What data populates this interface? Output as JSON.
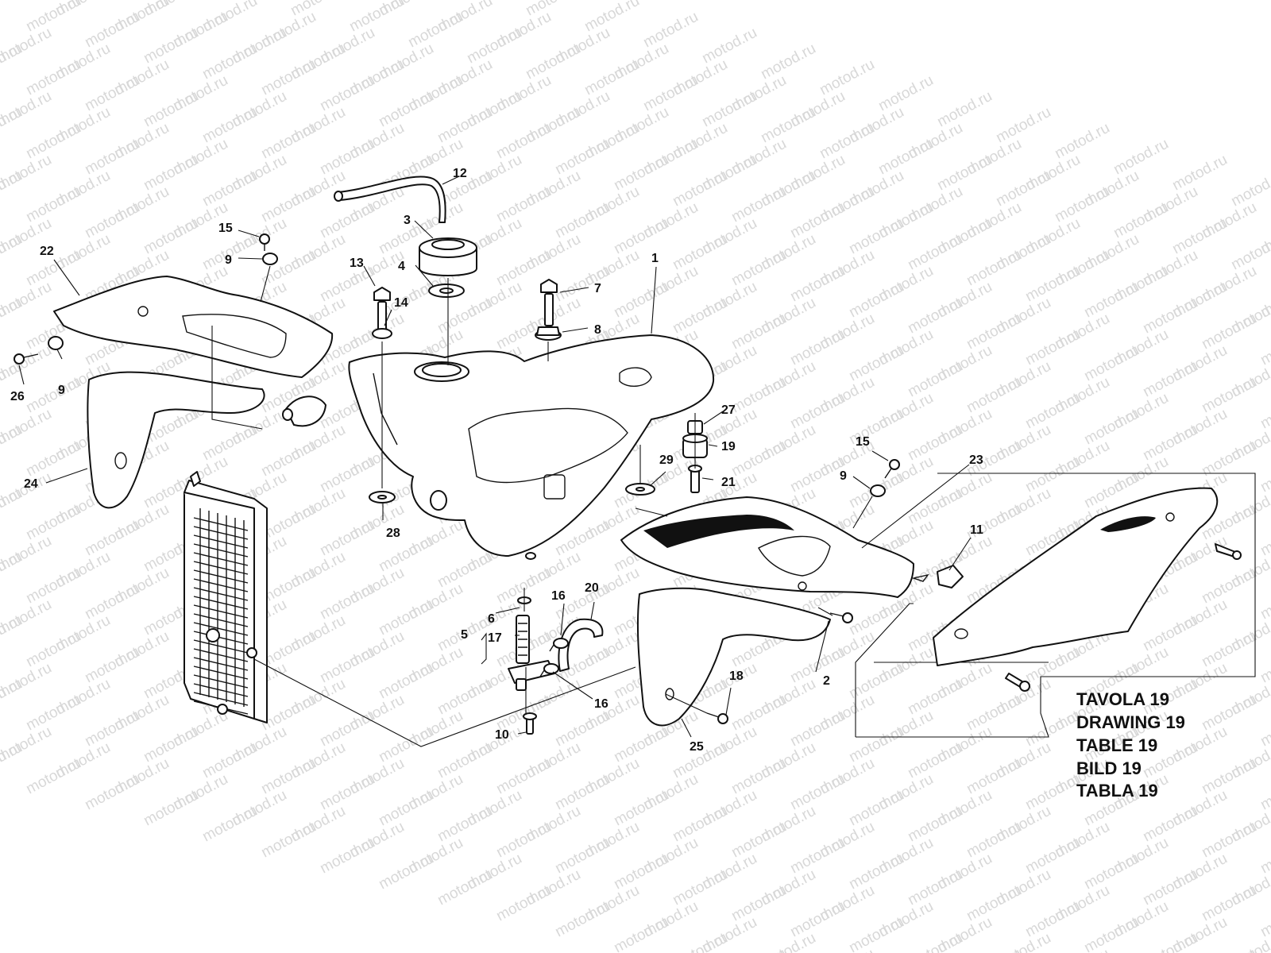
{
  "watermark": "motod.ru",
  "table_titles": [
    "TAVOLA 19",
    "DRAWING 19",
    "TABLE 19",
    "BILD 19",
    "TABLA 19"
  ],
  "callouts": {
    "c1": "1",
    "c2": "2",
    "c3": "3",
    "c4": "4",
    "c5": "5",
    "c6": "6",
    "c7": "7",
    "c8": "8",
    "c9a": "9",
    "c9b": "9",
    "c9c": "9",
    "c10": "10",
    "c11": "11",
    "c12": "12",
    "c13": "13",
    "c14": "14",
    "c15a": "15",
    "c15b": "15",
    "c16a": "16",
    "c16b": "16",
    "c17": "17",
    "c18": "18",
    "c19": "19",
    "c20": "20",
    "c21": "21",
    "c22": "22",
    "c23": "23",
    "c24": "24",
    "c25": "25",
    "c26": "26",
    "c27": "27",
    "c28": "28",
    "c29": "29"
  }
}
